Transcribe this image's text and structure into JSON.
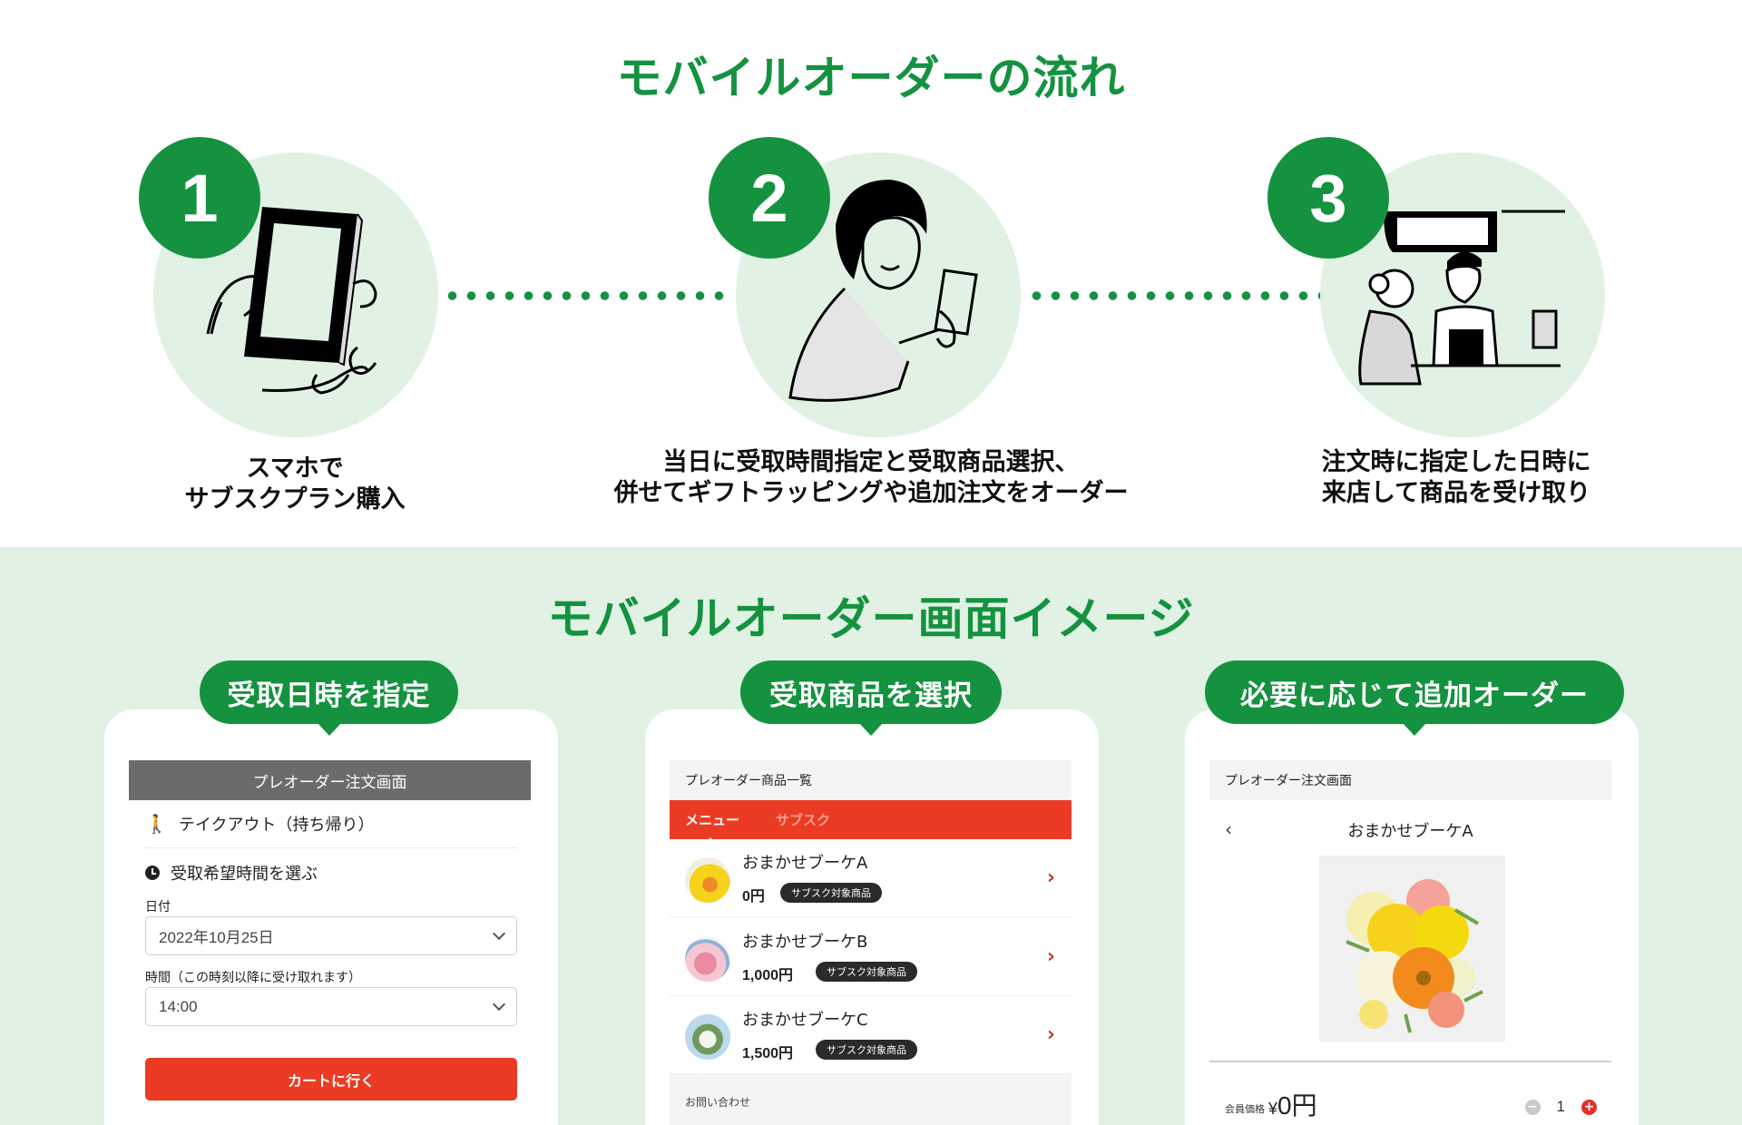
{
  "flow": {
    "title": "モバイルオーダーの流れ",
    "steps": [
      {
        "number": "1",
        "caption_line1": "スマホで",
        "caption_line2": "サブスクプラン購入",
        "illustration": "hand-holding-phone"
      },
      {
        "number": "2",
        "caption_line1": "当日に受取時間指定と受取商品選択、",
        "caption_line2": "併せてギフトラッピングや追加注文をオーダー",
        "illustration": "woman-using-phone"
      },
      {
        "number": "3",
        "caption_line1": "注文時に指定した日時に",
        "caption_line2": "来店して商品を受け取り",
        "illustration": "customer-at-counter"
      }
    ]
  },
  "screens": {
    "title": "モバイルオーダー画面イメージ",
    "pills": [
      "受取日時を指定",
      "受取商品を選択",
      "必要に応じて追加オーダー"
    ],
    "panel1": {
      "header": "プレオーダー注文画面",
      "takeout_label": "テイクアウト（持ち帰り）",
      "time_section_label": "受取希望時間を選ぶ",
      "date_label": "日付",
      "date_value": "2022年10月25日",
      "time_label": "時間（この時刻以降に受け取れます）",
      "time_value": "14:00",
      "cart_button": "カートに行く"
    },
    "panel2": {
      "header": "プレオーダー商品一覧",
      "tabs": [
        "メニュー",
        "サブスク"
      ],
      "items": [
        {
          "name": "おまかせブーケA",
          "price": "0円",
          "badge": "サブスク対象商品"
        },
        {
          "name": "おまかせブーケB",
          "price": "1,000円",
          "badge": "サブスク対象商品"
        },
        {
          "name": "おまかせブーケC",
          "price": "1,500円",
          "badge": "サブスク対象商品"
        }
      ],
      "footer": "お問い合わせ"
    },
    "panel3": {
      "header": "プレオーダー注文画面",
      "back": "‹",
      "product_title": "おまかせブーケA",
      "member_price_label": "会員価格",
      "price_symbol": "¥",
      "price_value": "0円",
      "quantity": "1"
    }
  },
  "colors": {
    "brand_green": "#14923f",
    "light_green": "#e1f2e4",
    "accent_red": "#ec3b24",
    "header_gray": "#6b6b6b"
  }
}
